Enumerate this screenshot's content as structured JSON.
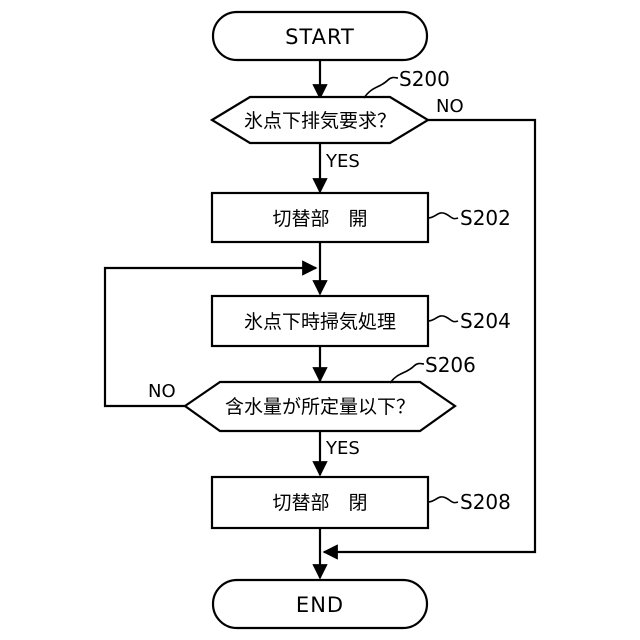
{
  "flowchart": {
    "start_label": "START",
    "end_label": "END",
    "decision1": {
      "label": "氷点下排気要求？",
      "step": "S200",
      "yes": "YES",
      "no": "NO"
    },
    "process1": {
      "label": "切替部　開",
      "step": "S202"
    },
    "process2": {
      "label": "氷点下時掃気処理",
      "step": "S204"
    },
    "decision2": {
      "label": "含水量が所定量以下？",
      "step": "S206",
      "yes": "YES",
      "no": "NO"
    },
    "process3": {
      "label": "切替部　閉",
      "step": "S208"
    }
  }
}
